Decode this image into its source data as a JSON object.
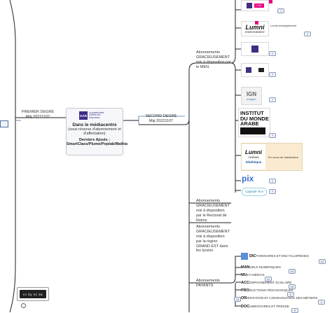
{
  "central": {
    "gar_logo": "GAR",
    "gar_text": "Le gestionnaire d'accès aux ressources",
    "title": "Dans le médiacentre",
    "subtitle": "(sous réserve d'abonnement et d'affectation)",
    "latest_label": "Derniers Ajouts :",
    "latest_items": "SmartClass/Plume/Poplab/Mathia"
  },
  "left_branch": {
    "label": "PREMIER DEGRÉ",
    "date": "Màj 20221107"
  },
  "right_branch": {
    "label": "SECOND DEGRÉ",
    "date": "Màj 20221107"
  },
  "sub_branches": {
    "men": "Abonnements GRACIEUSEMENT mis à disposition par le MEN.",
    "rectorat": "Abonnements GRACIEUSEMENT mis à disposition par le Rectorat de Reims",
    "region": "Abonnements GRACIEUSEMENT mis à disposition par la région GRAND EST dans les lycées",
    "payants": "Abonnements PAYANTS"
  },
  "logos": {
    "lumni_name": "Lumni",
    "lumni_tagline": "ENSEIGNEMENT",
    "lumni_text": "Lumni enseignement",
    "ign_name": "IGN",
    "ign_sub": "édugéo",
    "ima_line1": "INSTITUT",
    "ima_line2": "DU MONDE",
    "ima_line3": "ARABE",
    "lumni_cinema": "Lumni",
    "cinema_sub": "CINÉMA",
    "edutheque": "éduthèque",
    "cinema_note": "En cours de réactivation",
    "pix": "pix",
    "capsule": "Capsule Tice"
  },
  "categories": [
    {
      "prefix": "DIC",
      "rest": "TIONNAIRES ET ENCYCLOPÉDIES"
    },
    {
      "prefix": "MAN",
      "rest": "UELS NUMÉRIQUES"
    },
    {
      "prefix": "MU",
      "rest": "LTI MÉDIAS"
    },
    {
      "prefix": "ACC",
      "rest": "OMPAGNEMENT SCOLAIRE"
    },
    {
      "prefix": "PRO",
      "rest": "DUCTIONS PÉDAGOGIQUES"
    },
    {
      "prefix": "OR",
      "rest": "IENTATION ET CONNAISSANCE DES MÉTIERS"
    },
    {
      "prefix": "DOC",
      "rest": "UMENTAIRES ET PRESSE"
    }
  ],
  "badges": [
    "8",
    "?",
    "?",
    "?",
    "?",
    "?",
    "?",
    "?",
    "?",
    "?",
    "?",
    "?",
    "12",
    "15",
    "11",
    "10",
    "5",
    "1",
    "9",
    "14"
  ],
  "license": "cc by nc sa",
  "colors": {
    "line": "#1d1d2b",
    "branch_blue": "#5070a0",
    "pink": "#e6007e",
    "purple": "#3f2d86"
  }
}
